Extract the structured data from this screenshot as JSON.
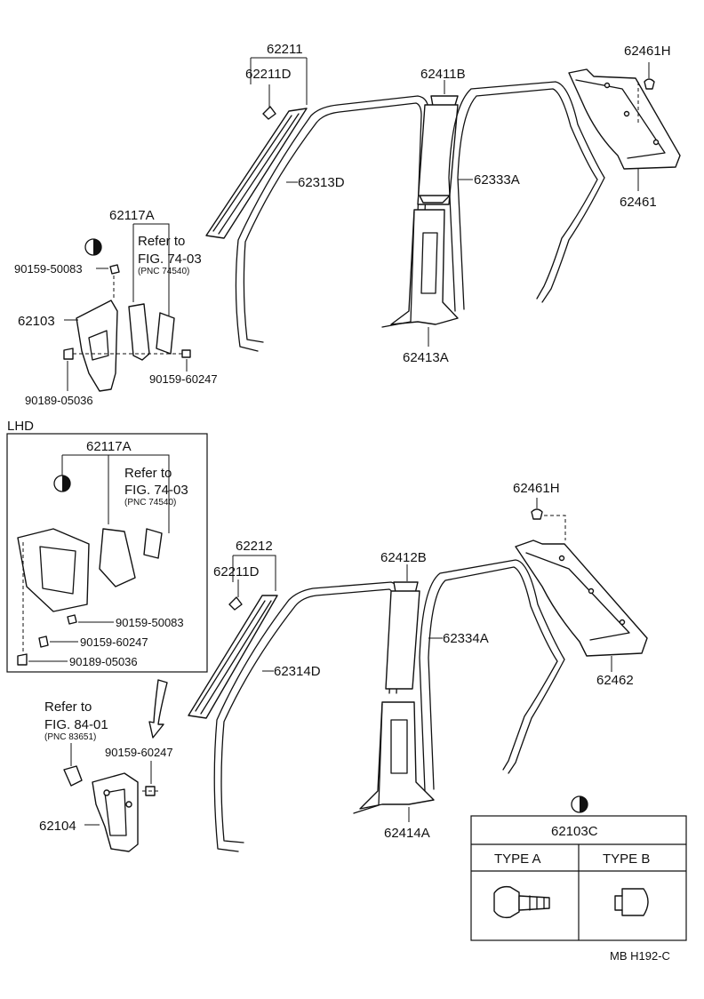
{
  "labels": {
    "p62211": "62211",
    "p62211D_top": "62211D",
    "p62411B": "62411B",
    "p62461H_top": "62461H",
    "p62313D": "62313D",
    "p62333A": "62333A",
    "p62461": "62461",
    "p62117A_top": "62117A",
    "p62103": "62103",
    "p90159_50083_top": "90159-50083",
    "p90159_60247_top": "90159-60247",
    "p90189_05036_top": "90189-05036",
    "p62413A": "62413A",
    "lhd": "LHD",
    "p62117A_lhd": "62117A",
    "p90159_50083_lhd": "90159-50083",
    "p90159_60247_lhd": "90159-60247",
    "p90189_05036_lhd": "90189-05036",
    "p62461H_bot": "62461H",
    "p62212": "62212",
    "p62211D_bot": "62211D",
    "p62412B": "62412B",
    "p62334A": "62334A",
    "p62314D": "62314D",
    "p62462": "62462",
    "p90159_60247_bot": "90159-60247",
    "p62104": "62104",
    "p62414A": "62414A"
  },
  "refs": {
    "top": {
      "line1": "Refer to",
      "line2": "FIG. 74-03",
      "line3": "(PNC 74540)"
    },
    "lhd": {
      "line1": "Refer to",
      "line2": "FIG. 74-03",
      "line3": "(PNC 74540)"
    },
    "bottom": {
      "line1": "Refer to",
      "line2": "FIG. 84-01",
      "line3": "(PNC 83651)"
    }
  },
  "table": {
    "part": "62103C",
    "type_a": "TYPE A",
    "type_b": "TYPE B"
  },
  "footer": "MB  H192-C"
}
